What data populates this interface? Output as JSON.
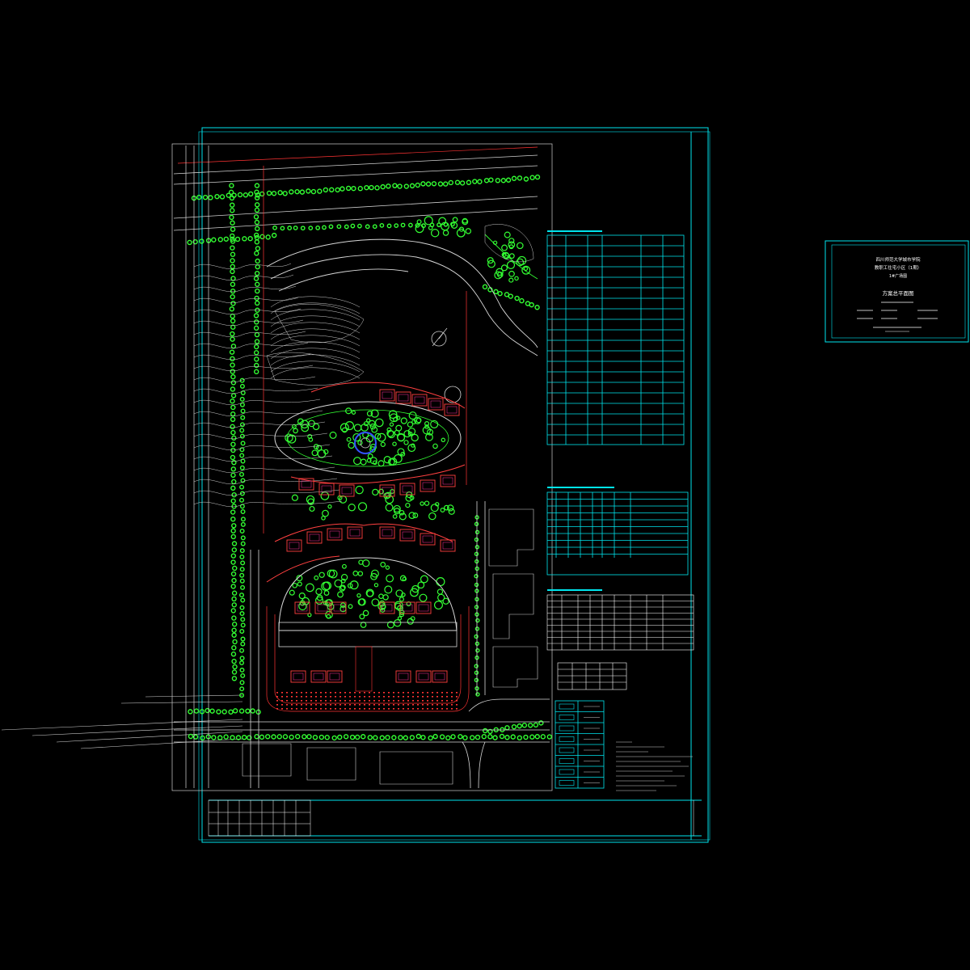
{
  "colors": {
    "background": "#000000",
    "frame": "#00e5ee",
    "landscape": "#33ff33",
    "buildings": "#ff4040",
    "linework": "#d0d0d0",
    "water_feature": "#3355ff",
    "paving": "#ff3333"
  },
  "title_block": {
    "line1": "四川师范大学城市学院",
    "line2": "教职工住宅小区（1期）",
    "line3": "1#广场图",
    "line4": "方案总平面图"
  },
  "stats_table": {
    "row_count": 20,
    "columns": 6
  },
  "unit_table": {
    "row_count": 10,
    "columns": 7
  },
  "area_table": {
    "row_count": 9,
    "columns": 10
  },
  "legend": {
    "items_count": 8
  }
}
